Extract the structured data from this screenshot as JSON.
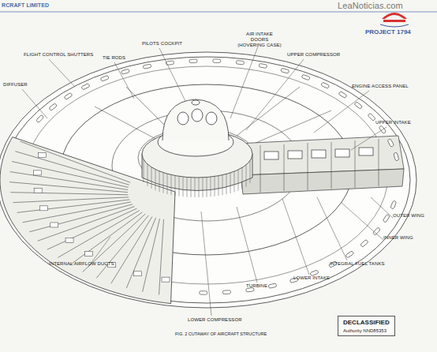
{
  "diagram": {
    "title": "PROJECT 1794",
    "caption": "FIG. 2 CUTAWAY OF AIRCRAFT STRUCTURE",
    "nodes": [
      {
        "text": [
          "DECLASSIFIED",
          "Authority NND85353"
        ]
      }
    ],
    "labels": [
      "RCRAFT LIMITED",
      "LeaNoticias.com",
      "FLIGHT CONTROL SHUTTERS",
      "TIE RODS",
      "PILOTS COCKPIT",
      "AIR INTAKE DOORS (HOVERING CASE)",
      "UPPER COMPRESSOR",
      "ENGINE ACCESS PANEL",
      "UPPER INTAKE",
      "DIFFUSER",
      "OUTER WING",
      "INNER WING",
      "INTEGRAL FUEL TANKS",
      "LOWER INTAKE",
      "TURBINE",
      "LOWER COMPRESSOR",
      "INTERNAL AIRFLOW DUCTS"
    ]
  }
}
